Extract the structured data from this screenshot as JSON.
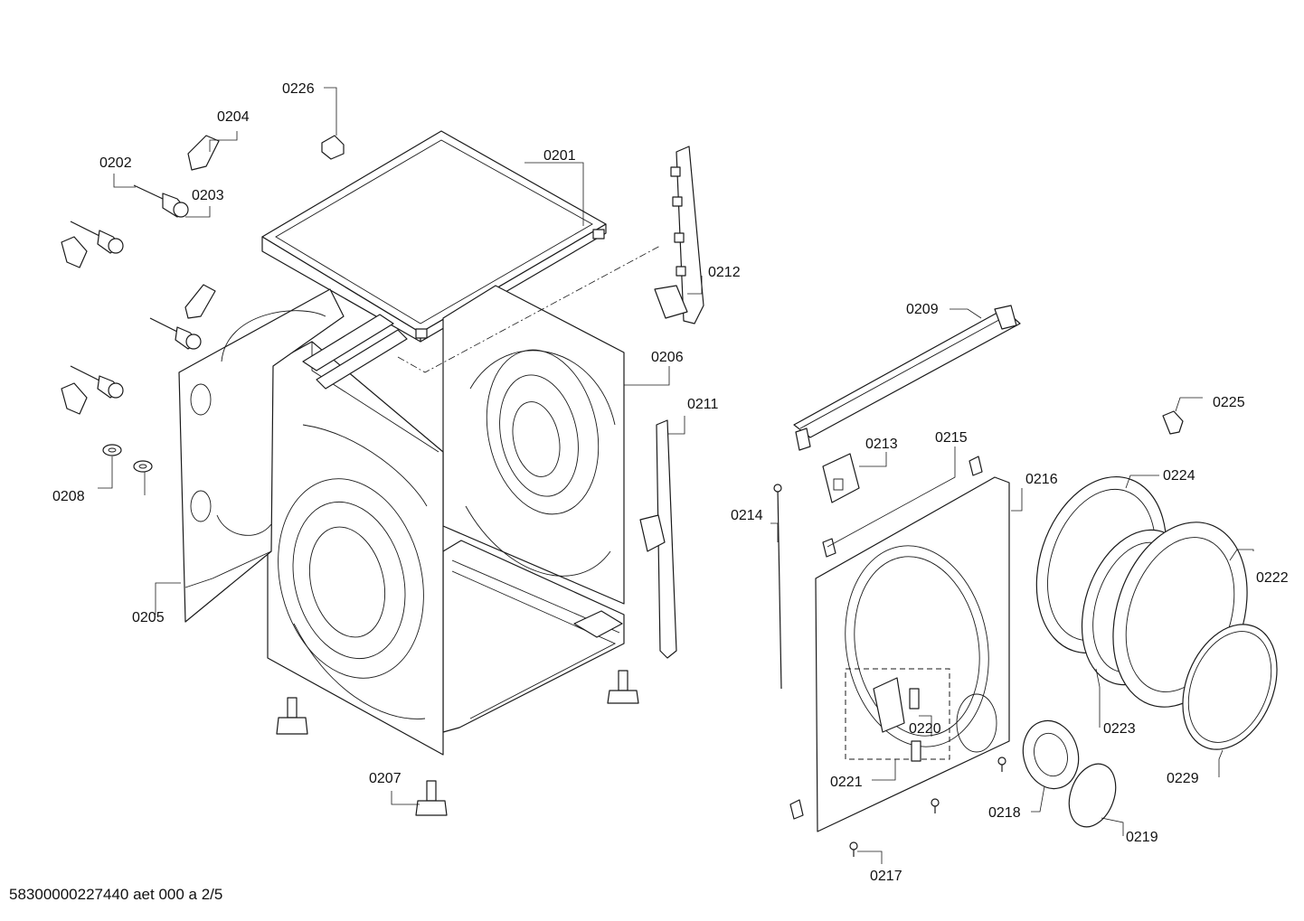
{
  "labels": {
    "p0201": "0201",
    "p0202": "0202",
    "p0203": "0203",
    "p0204": "0204",
    "p0205": "0205",
    "p0206": "0206",
    "p0207": "0207",
    "p0208": "0208",
    "p0209": "0209",
    "p0211": "0211",
    "p0212": "0212",
    "p0213": "0213",
    "p0214": "0214",
    "p0215": "0215",
    "p0216": "0216",
    "p0217": "0217",
    "p0218": "0218",
    "p0219": "0219",
    "p0220": "0220",
    "p0221": "0221",
    "p0222": "0222",
    "p0223": "0223",
    "p0224": "0224",
    "p0225": "0225",
    "p0226": "0226",
    "p0229": "0229"
  },
  "footer": "58300000227440 aet 000 a 2/5"
}
